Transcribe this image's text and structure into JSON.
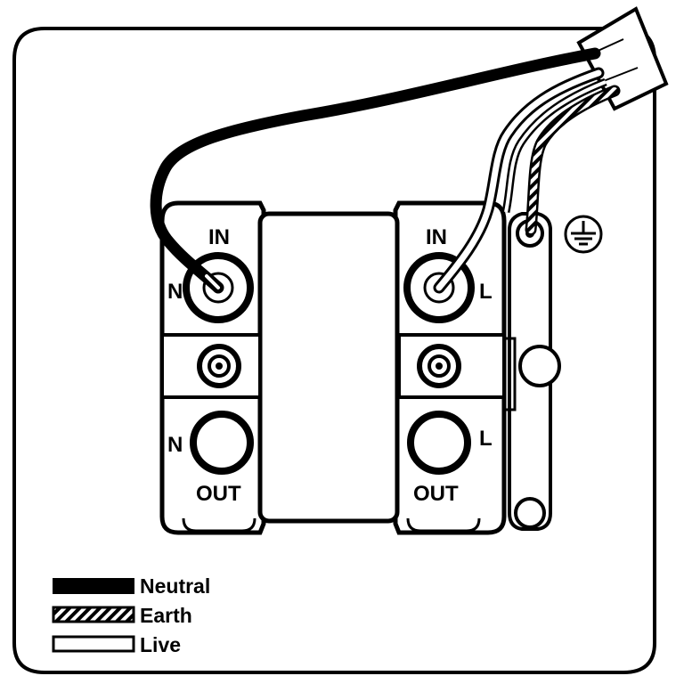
{
  "labels": {
    "left_in": "IN",
    "right_in": "IN",
    "left_n_top": "N",
    "right_l_top": "L",
    "left_n_bottom": "N",
    "right_l_bottom": "L",
    "left_out": "OUT",
    "right_out": "OUT"
  },
  "legend": {
    "items": [
      {
        "label": "Neutral",
        "style": "solid-black"
      },
      {
        "label": "Earth",
        "style": "hatched"
      },
      {
        "label": "Live",
        "style": "outline-white"
      }
    ]
  },
  "icons": {
    "earth_symbol": "earth-ground-icon"
  },
  "colors": {
    "line": "#000000",
    "background": "#ffffff"
  }
}
